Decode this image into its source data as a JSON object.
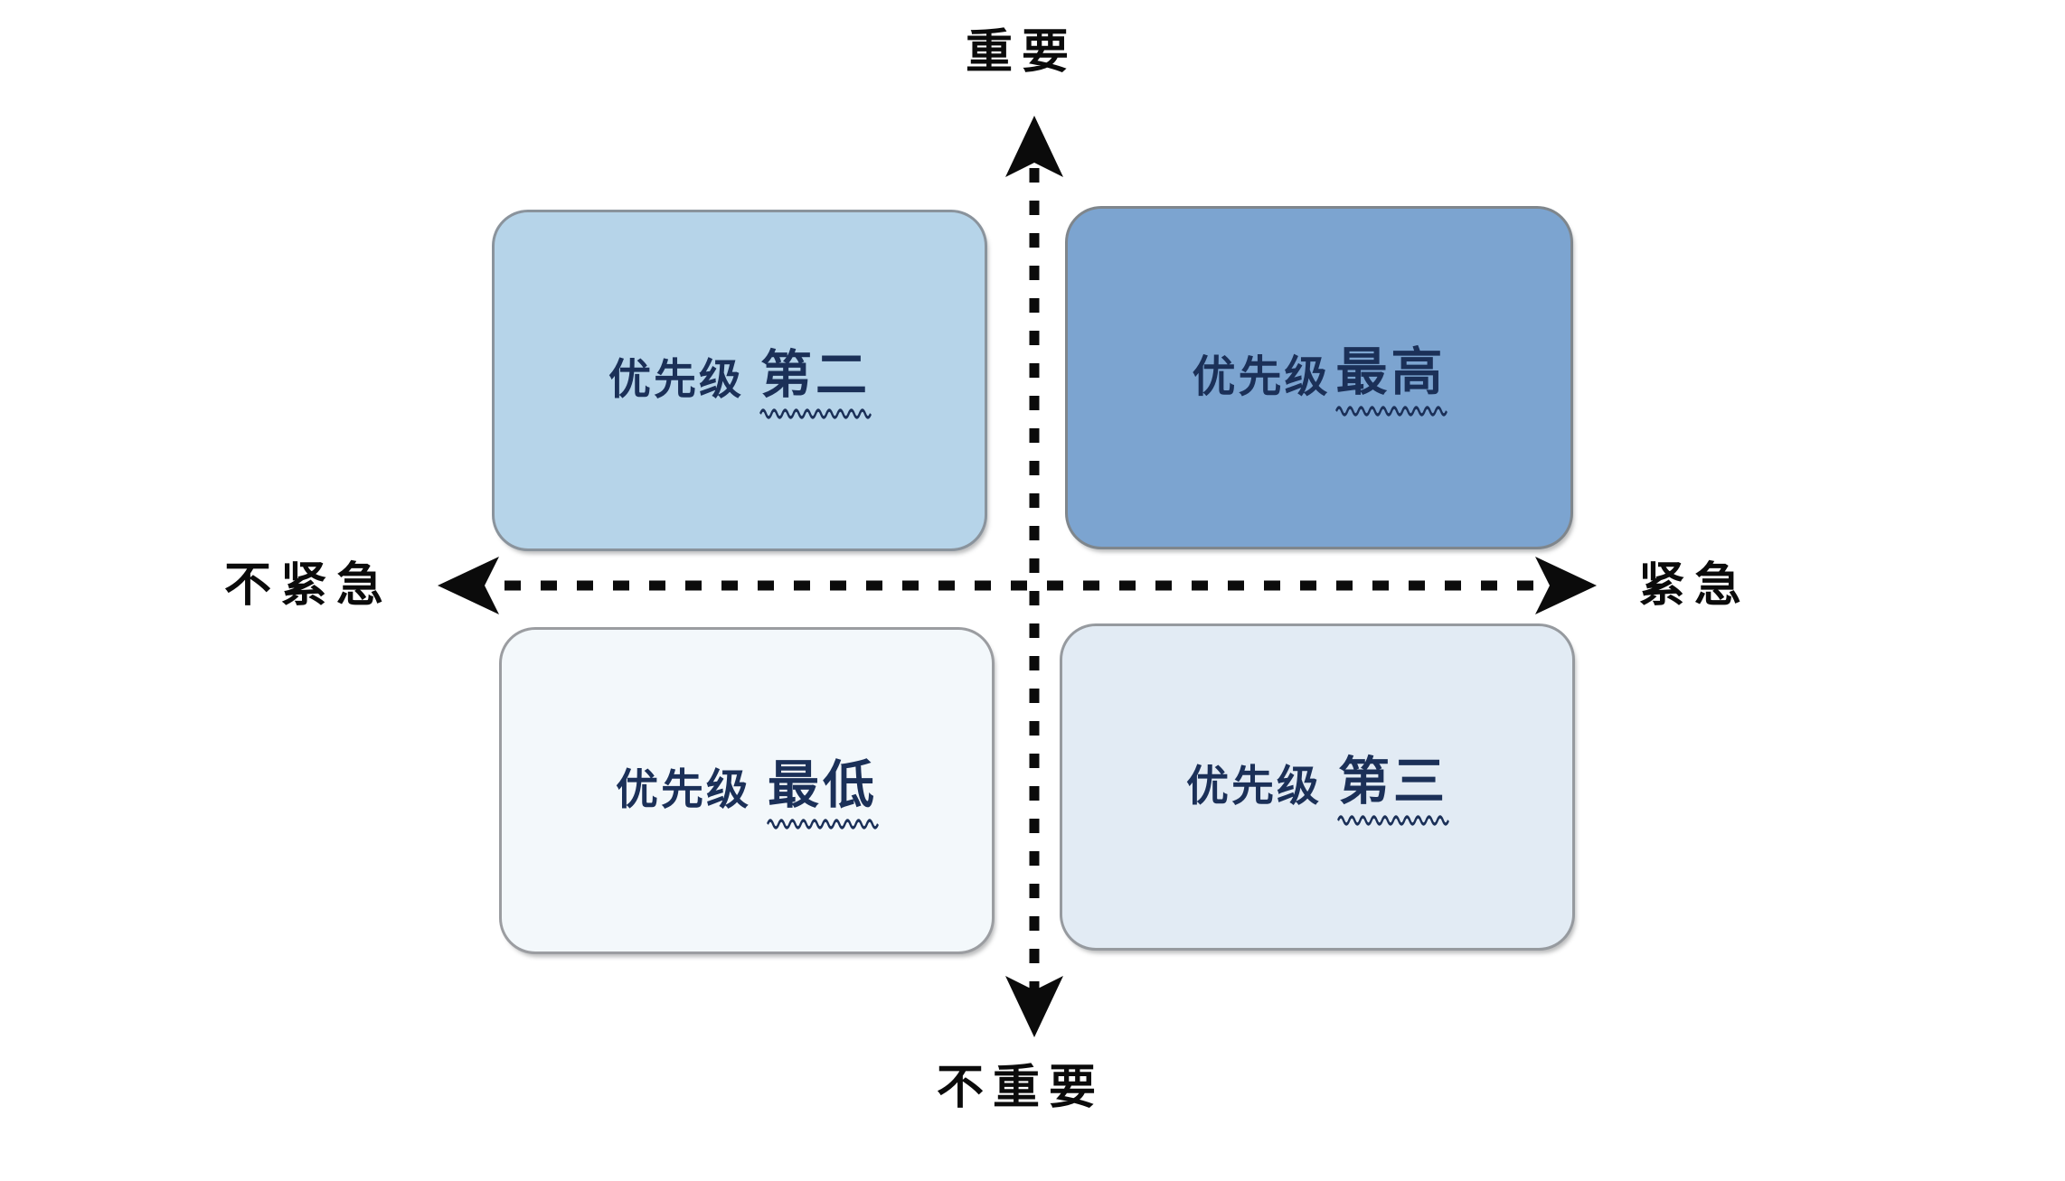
{
  "diagram": {
    "type": "eisenhower-matrix",
    "title": "",
    "background_color": "#ffffff",
    "text_color": "#1b3058",
    "axis_color": "#0b0b0b"
  },
  "axes": {
    "vertical": {
      "top_label": "重要",
      "bottom_label": "不重要",
      "style": "dashed",
      "arrows": "both"
    },
    "horizontal": {
      "left_label": "不紧急",
      "right_label": "紧急",
      "style": "dashed",
      "arrows": "both"
    }
  },
  "quadrants": [
    {
      "id": "important-not-urgent",
      "position": "top-left",
      "prefix": "优先级",
      "emphasis": "第二",
      "underline": "wavy",
      "fill": "#b6d4e9"
    },
    {
      "id": "important-urgent",
      "position": "top-right",
      "prefix": "优先级",
      "emphasis": "最高",
      "underline": "wavy",
      "fill": "#7ca4d0"
    },
    {
      "id": "not-important-not-urgent",
      "position": "bottom-left",
      "prefix": "优先级",
      "emphasis": "最低",
      "underline": "wavy",
      "fill": "#f3f8fb"
    },
    {
      "id": "not-important-urgent",
      "position": "bottom-right",
      "prefix": "优先级",
      "emphasis": "第三",
      "underline": "wavy",
      "fill": "#e2ebf4"
    }
  ]
}
